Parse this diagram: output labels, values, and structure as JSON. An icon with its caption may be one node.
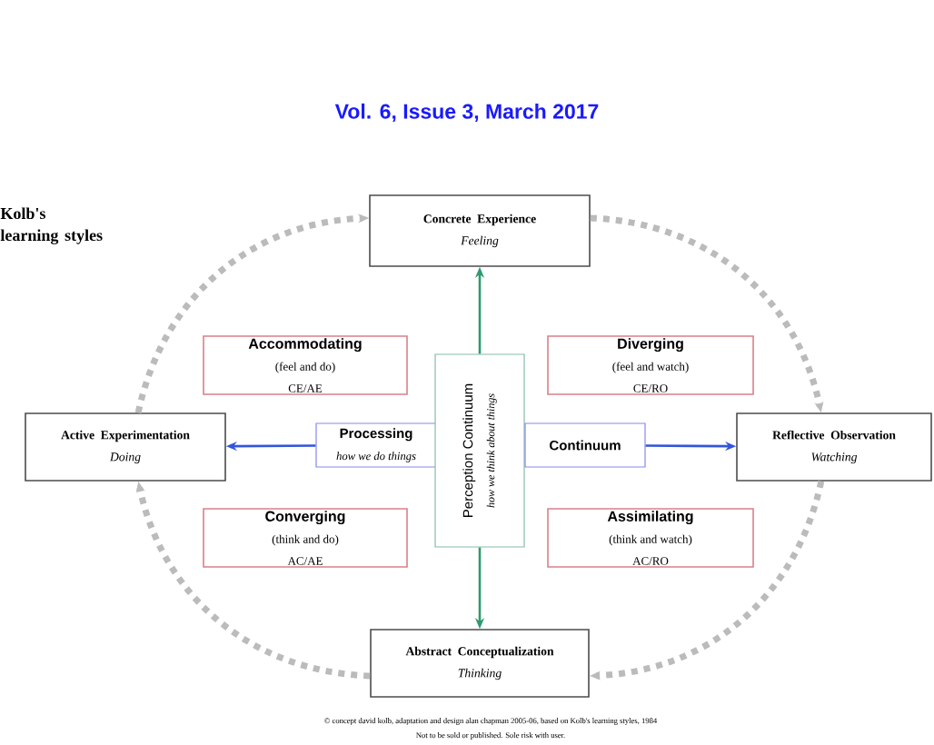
{
  "diagram": {
    "title": "Kolb's learning styles",
    "nodes": [
      {
        "text": [
          "Concrete Experience",
          "Feeling"
        ]
      },
      {
        "text": [
          "Accommodating",
          "(feel and do)",
          "CE/AE"
        ]
      },
      {
        "text": [
          "Diverging",
          "(feel and watch)",
          "CE/RO"
        ]
      },
      {
        "text": [
          "Active Experimentation",
          "Doing"
        ]
      },
      {
        "text": [
          "Processing",
          "how we do things"
        ]
      },
      {
        "text": [
          "Perception Continuum",
          "how we think about things"
        ]
      },
      {
        "text": [
          "Continuum"
        ]
      },
      {
        "text": [
          "Reflective Observation",
          "Watching"
        ]
      },
      {
        "text": [
          "Converging",
          "(think and do)",
          "AC/AE"
        ]
      },
      {
        "text": [
          "Assimilating",
          "(think and watch)",
          "AC/RO"
        ]
      },
      {
        "text": [
          "Abstract Conceptualization",
          "Thinking"
        ]
      }
    ],
    "edges": [
      {
        "from": 5,
        "to": 0,
        "arrow": "to",
        "color": "#2e9a6e"
      },
      {
        "from": 5,
        "to": 10,
        "arrow": "to",
        "color": "#2e9a6e"
      },
      {
        "from": 4,
        "to": 3,
        "arrow": "to",
        "color": "#3355dd"
      },
      {
        "from": 6,
        "to": 7,
        "arrow": "to",
        "color": "#3355dd"
      },
      {
        "from": 0,
        "to": 7,
        "arrow": "to",
        "style": "dashed",
        "color": "#bbbbbb"
      },
      {
        "from": 7,
        "to": 10,
        "arrow": "to",
        "style": "dashed",
        "color": "#bbbbbb"
      },
      {
        "from": 10,
        "to": 3,
        "arrow": "to",
        "style": "dashed",
        "color": "#bbbbbb"
      },
      {
        "from": 3,
        "to": 0,
        "arrow": "to",
        "style": "dashed",
        "color": "#bbbbbb"
      }
    ],
    "labels": [
      "Vol. 6, Issue 3, March 2017",
      "© concept david kolb, adaptation and design alan chapman 2005-06, based on Kolb's learning styles, 1984",
      "Not to be sold or published. Sole risk with user."
    ]
  }
}
